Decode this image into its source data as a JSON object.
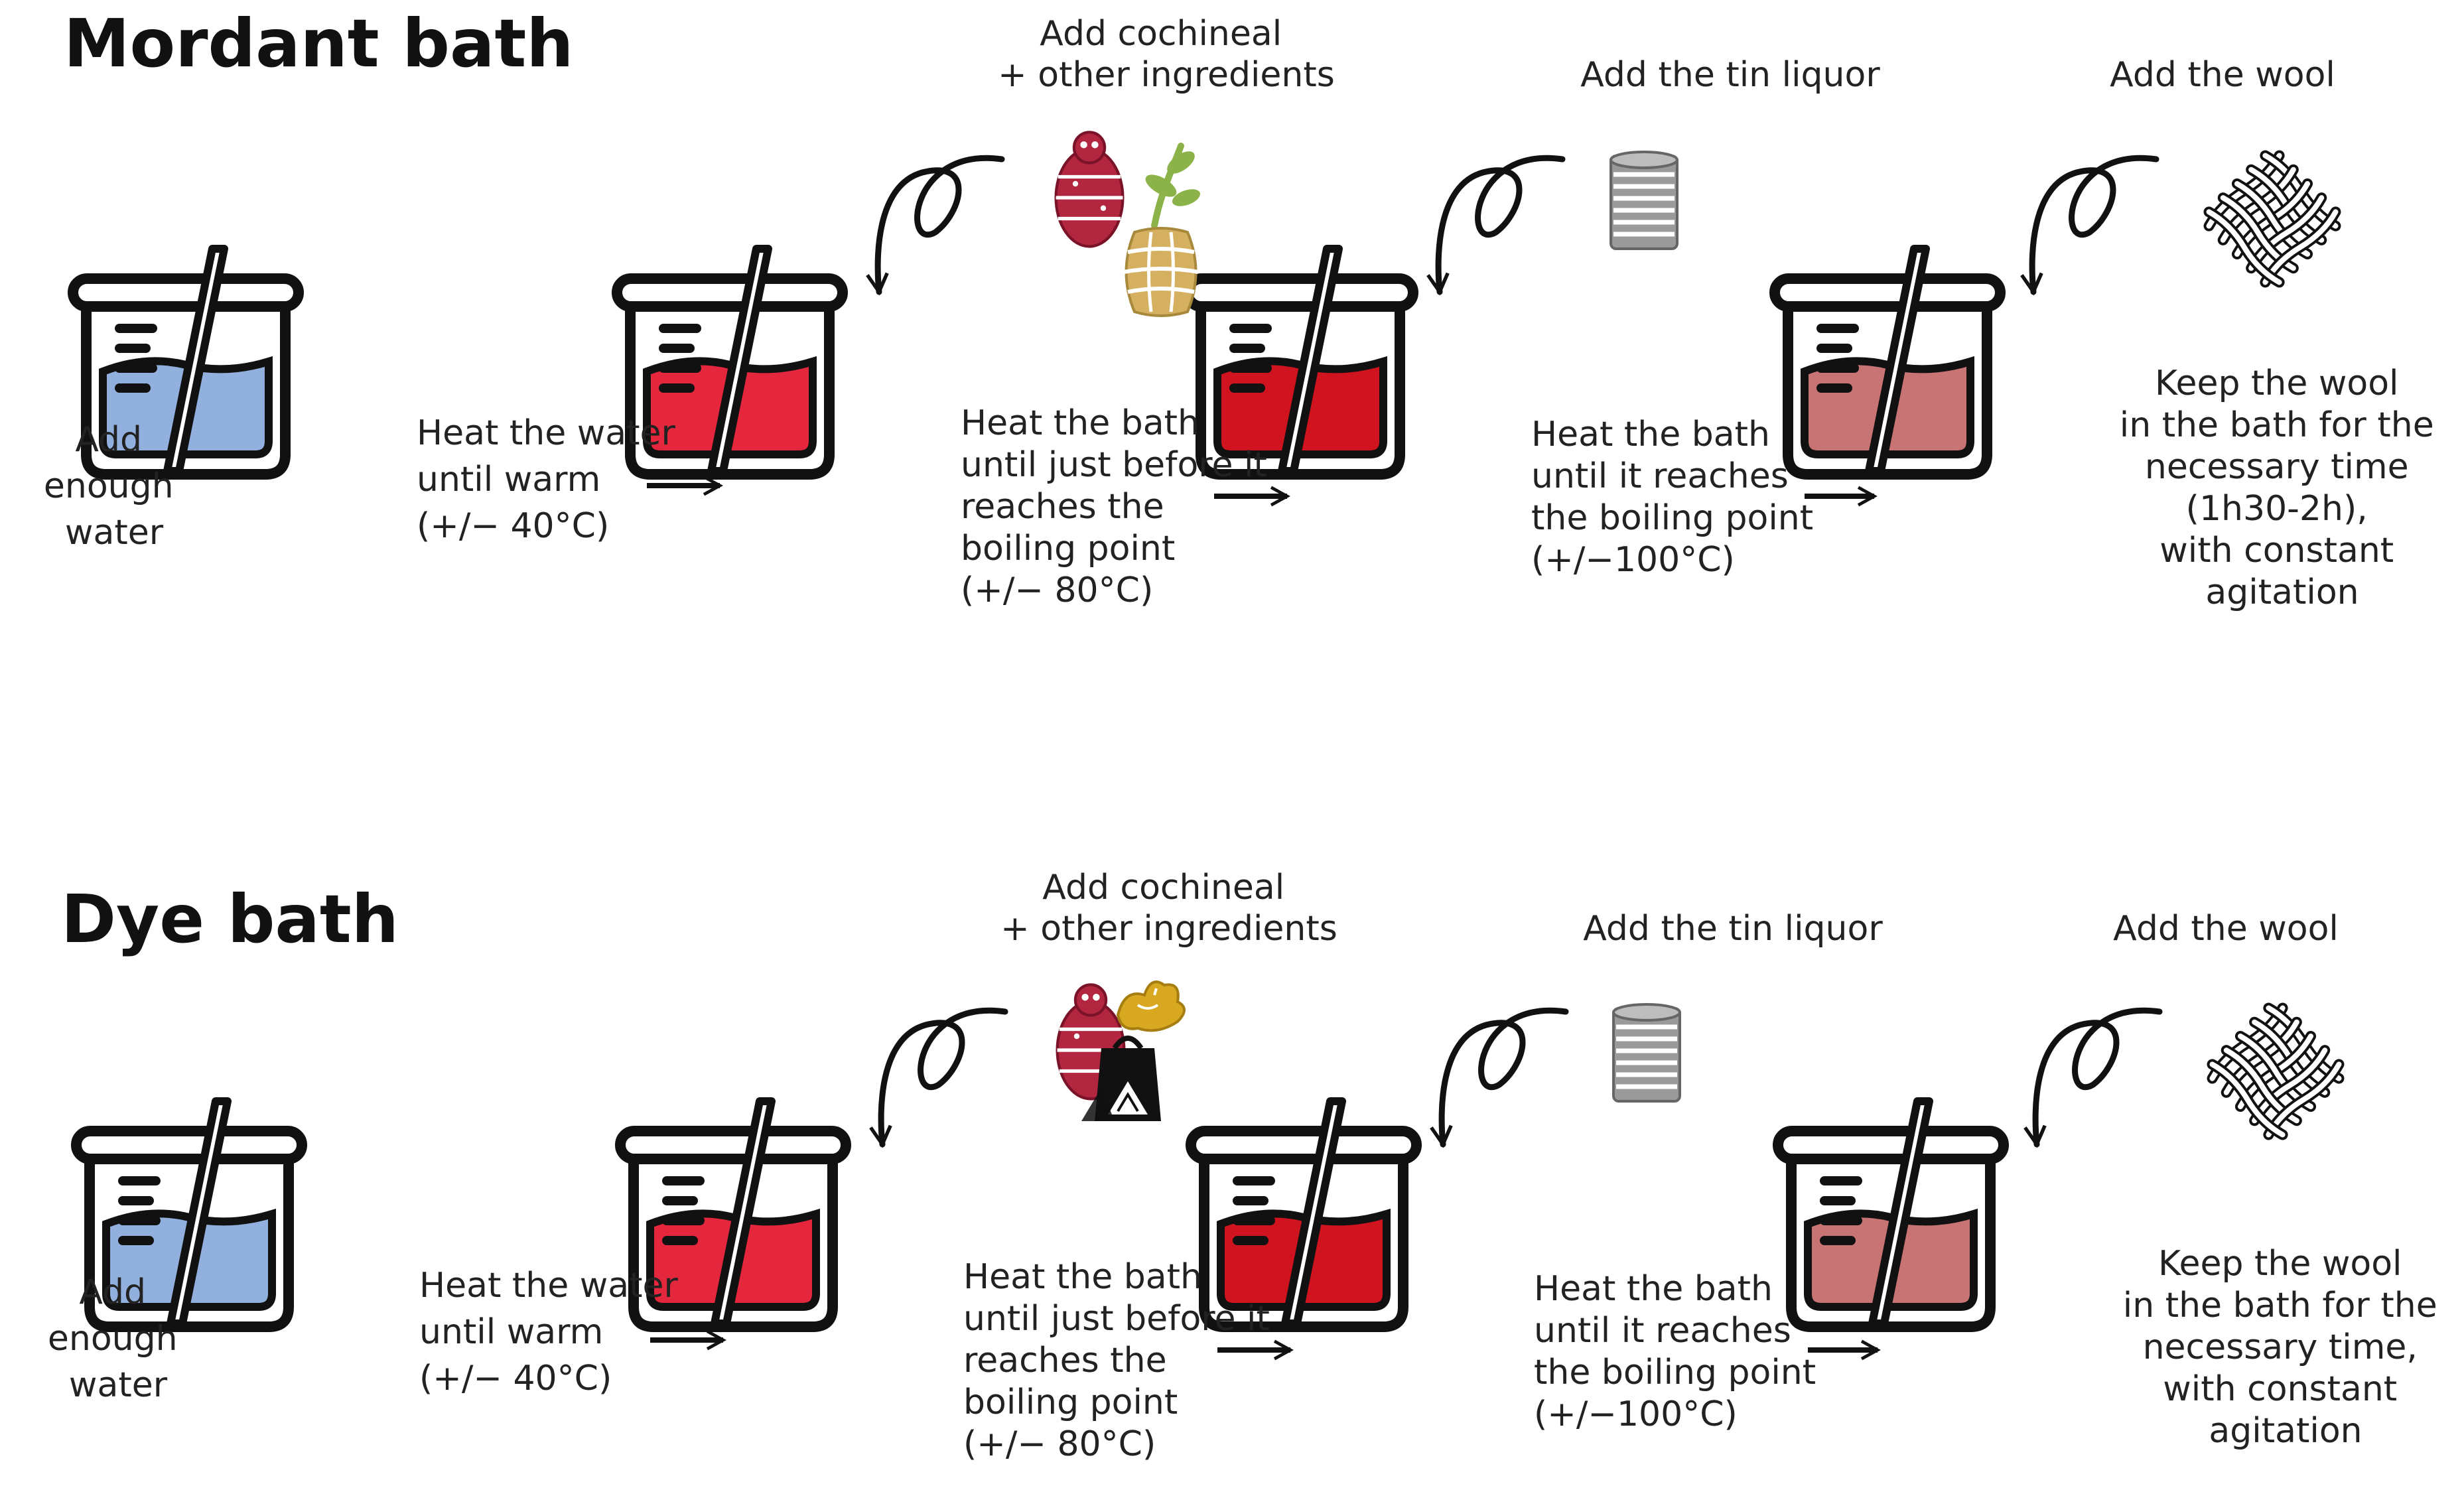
{
  "sections": [
    {
      "title": "Mordant bath",
      "steps": [
        {
          "lines": [
            "Add",
            "enough",
            "water"
          ]
        },
        {
          "lines": [
            "Heat the water",
            "until warm",
            "(+/− 40°C)"
          ]
        },
        {
          "lines": [
            "Heat the bath",
            "until just before it",
            "reaches the",
            "boiling point",
            "(+/− 80°C)"
          ]
        },
        {
          "lines": [
            "Heat the bath",
            "until it reaches",
            "the boiling point",
            "(+/−100°C)"
          ]
        },
        {
          "lines": [
            "Keep the wool",
            "in the bath for the",
            "necessary time",
            "(1h30-2h),",
            "with constant",
            "agitation"
          ]
        }
      ],
      "additions": [
        {
          "lines": [
            "Add cochineal",
            "+ other ingredients"
          ]
        },
        {
          "lines": [
            "Add the tin liquor"
          ]
        },
        {
          "lines": [
            "Add the wool"
          ]
        }
      ],
      "liquid_colors": [
        "#92b0de",
        "#e5273d",
        "#d0141f",
        "#c97474"
      ]
    },
    {
      "title": "Dye bath",
      "steps": [
        {
          "lines": [
            "Add",
            "enough",
            "water"
          ]
        },
        {
          "lines": [
            "Heat the water",
            "until warm",
            "(+/− 40°C)"
          ]
        },
        {
          "lines": [
            "Heat the bath",
            "until just before it",
            "reaches the",
            "boiling point",
            "(+/− 80°C)"
          ]
        },
        {
          "lines": [
            "Heat the bath",
            "until it reaches",
            "the boiling point",
            "(+/−100°C)"
          ]
        },
        {
          "lines": [
            "Keep the wool",
            "in the bath for the",
            "necessary time,",
            "with constant",
            "agitation"
          ]
        }
      ],
      "additions": [
        {
          "lines": [
            "Add cochineal",
            "+ other ingredients"
          ]
        },
        {
          "lines": [
            "Add the tin liquor"
          ]
        },
        {
          "lines": [
            "Add the wool"
          ]
        }
      ],
      "liquid_colors": [
        "#92b0de",
        "#e5273d",
        "#d0141f",
        "#c97474"
      ]
    }
  ],
  "icons": {
    "first_ingredients": [
      "cochineal-insect-icon",
      "plant-sprig-icon",
      "wooden-barrel-icon"
    ],
    "second_ingredients": [
      "cochineal-insect-icon",
      "ginger-root-icon",
      "powder-bag-icon"
    ],
    "tin": "tin-can-icon",
    "wool": "wool-weave-icon"
  },
  "colors": {
    "cochineal": "#b3263f",
    "plant": "#8cb34a",
    "barrel": "#d4b060",
    "ginger": "#d8a820",
    "tin": "#9a9a9a",
    "ink": "#111111"
  }
}
